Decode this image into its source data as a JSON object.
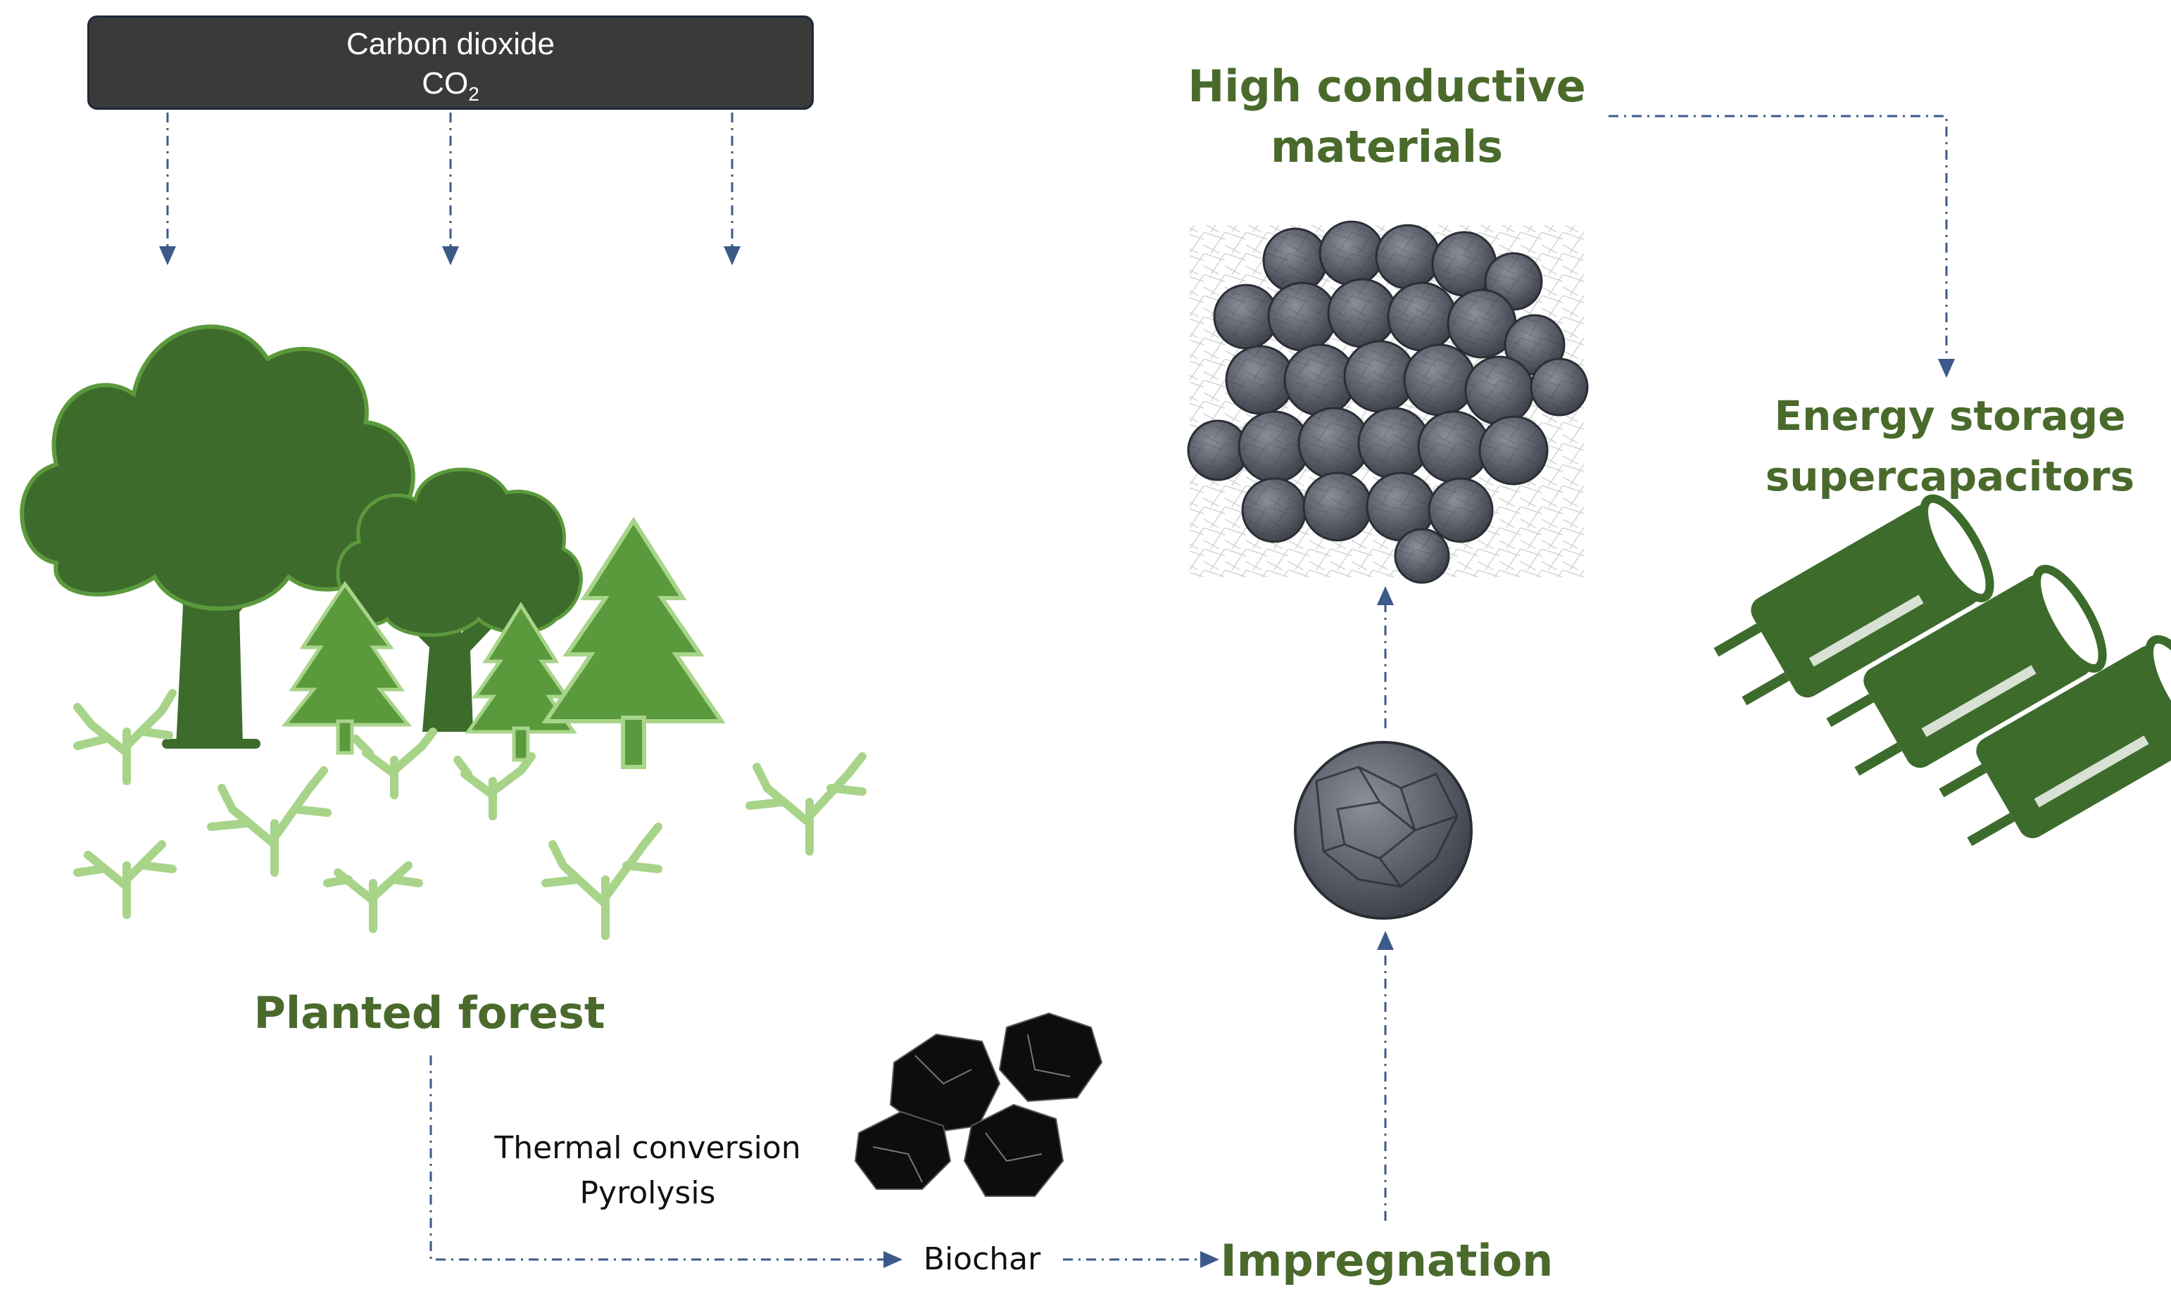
{
  "co2": {
    "line1": "Carbon dioxide",
    "formula_main": "CO",
    "formula_sub": "2"
  },
  "labels": {
    "high_conductive_1": "High conductive",
    "high_conductive_2": "materials",
    "energy_storage_1": "Energy storage",
    "energy_storage_2": "supercapacitors",
    "planted_forest": "Planted forest",
    "thermal_1": "Thermal conversion",
    "thermal_2": "Pyrolysis",
    "biochar": "Biochar",
    "impregnation": "Impregnation"
  },
  "colors": {
    "dark_green": "#3d6b2c",
    "mid_green": "#5b9a3c",
    "light_green": "#a8d48a",
    "label_green": "#4a6a2c",
    "arrow_blue": "#3b5a8a",
    "box_dark": "#3a3a3a"
  }
}
